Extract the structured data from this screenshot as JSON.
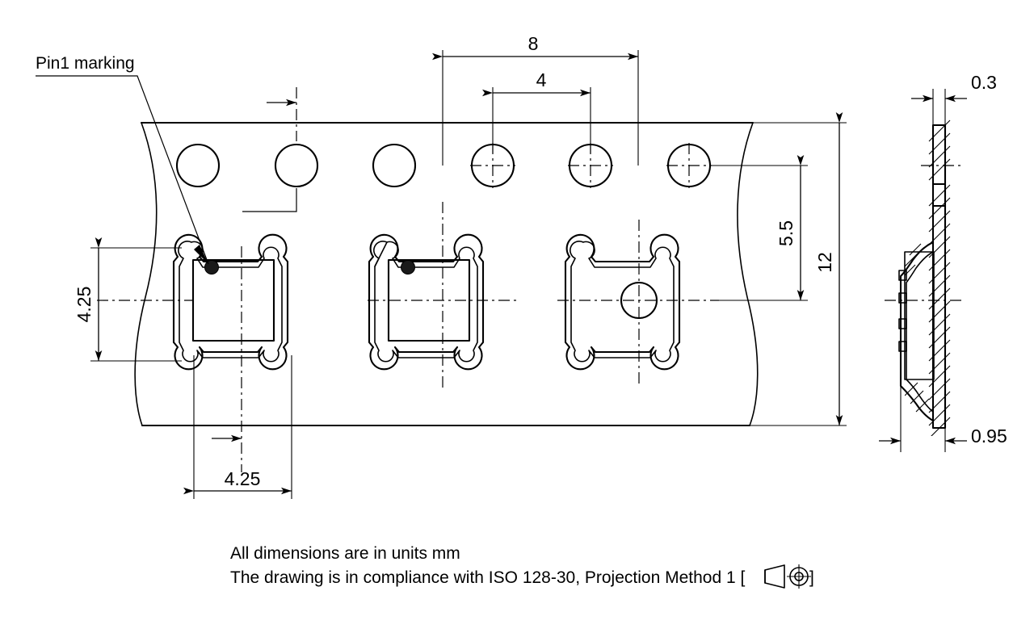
{
  "drawing": {
    "title": "Carrier tape packaging drawing",
    "type": "engineering-dimension-drawing",
    "units": "mm",
    "line_color": "#000000",
    "background_color": "#ffffff",
    "marker_color": "#1a1a1a"
  },
  "annotations": {
    "pin1_label": "Pin1 marking"
  },
  "dimensions": {
    "pitch_major": "8",
    "pitch_minor": "4",
    "pocket_width": "4.25",
    "pocket_height": "4.25",
    "hole_to_center": "5.5",
    "tape_width": "12",
    "tape_thickness": "0.3",
    "pocket_depth": "0.95"
  },
  "notes": {
    "line1": "All dimensions are in units mm",
    "line2_prefix": "The drawing is in compliance with ISO 128-30, Projection Method 1 [",
    "line2_suffix": "]"
  },
  "symbols": {
    "projection_method": "first-angle-projection-symbol"
  }
}
